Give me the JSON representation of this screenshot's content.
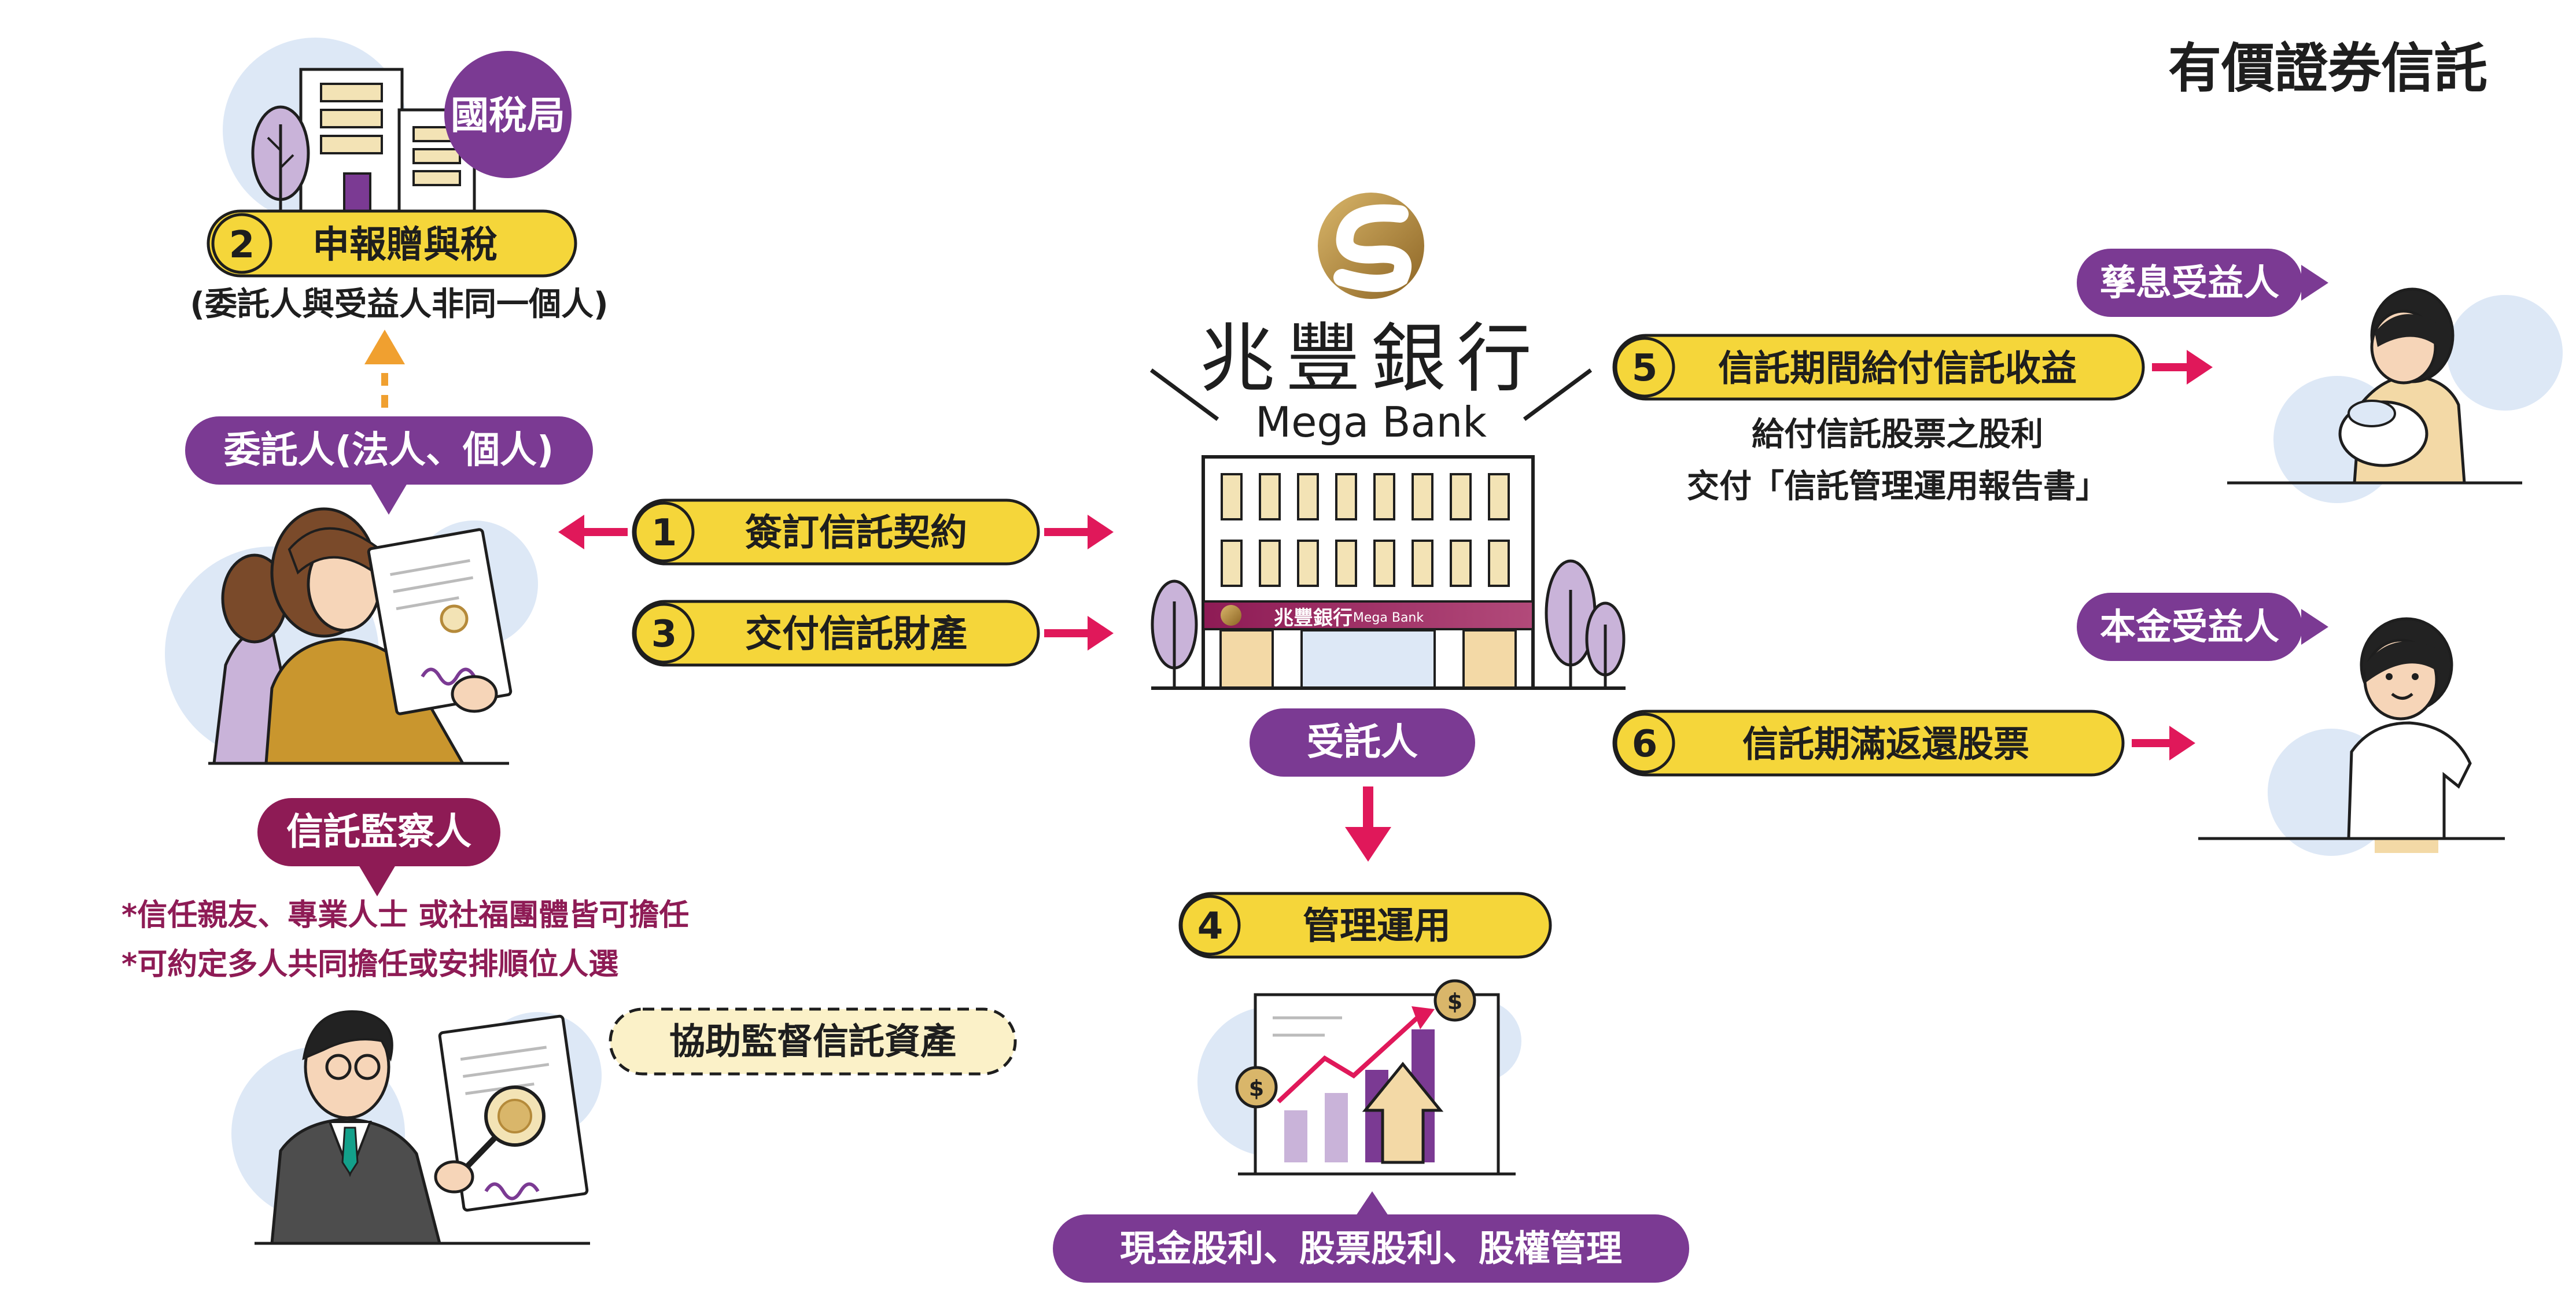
{
  "title": "有價證券信託",
  "bank": {
    "name": "兆豐銀行",
    "name_en": "Mega Bank",
    "sign": "兆豐銀行",
    "sign_en": "Mega Bank"
  },
  "tax_office": {
    "label": "國稅局"
  },
  "roles": {
    "settlor": "委託人(法人、個人)",
    "trustee": "受託人",
    "supervisor": "信託監察人",
    "interest_beneficiary": "孳息受益人",
    "principal_beneficiary": "本金受益人"
  },
  "steps": [
    {
      "num": "1",
      "label": "簽訂信託契約"
    },
    {
      "num": "2",
      "label": "申報贈與稅"
    },
    {
      "num": "3",
      "label": "交付信託財產"
    },
    {
      "num": "4",
      "label": "管理運用"
    },
    {
      "num": "5",
      "label": "信託期間給付信託收益"
    },
    {
      "num": "6",
      "label": "信託期滿返還股票"
    }
  ],
  "notes": {
    "gift_tax": "(委託人與受益人非同一個人)",
    "step5_line1": "給付信託股票之股利",
    "step5_line2": "交付「信託管理運用報告書」",
    "supervisor_1": "*信任親友、專業人士 或社福團體皆可擔任",
    "supervisor_2": "*可約定多人共同擔任或安排順位人選",
    "supervisor_role": "協助監督信託資產",
    "management": "現金股利、股票股利、股權管理"
  },
  "colors": {
    "yellow": "#F5D63A",
    "purple": "#7B3A93",
    "crimson": "#8E1B55",
    "pink_arrow": "#E0185A",
    "orange_arrow": "#F0A030",
    "bubble": "#DDE8F6",
    "ink": "#1E1E1E",
    "gold": "#B58A3A"
  }
}
